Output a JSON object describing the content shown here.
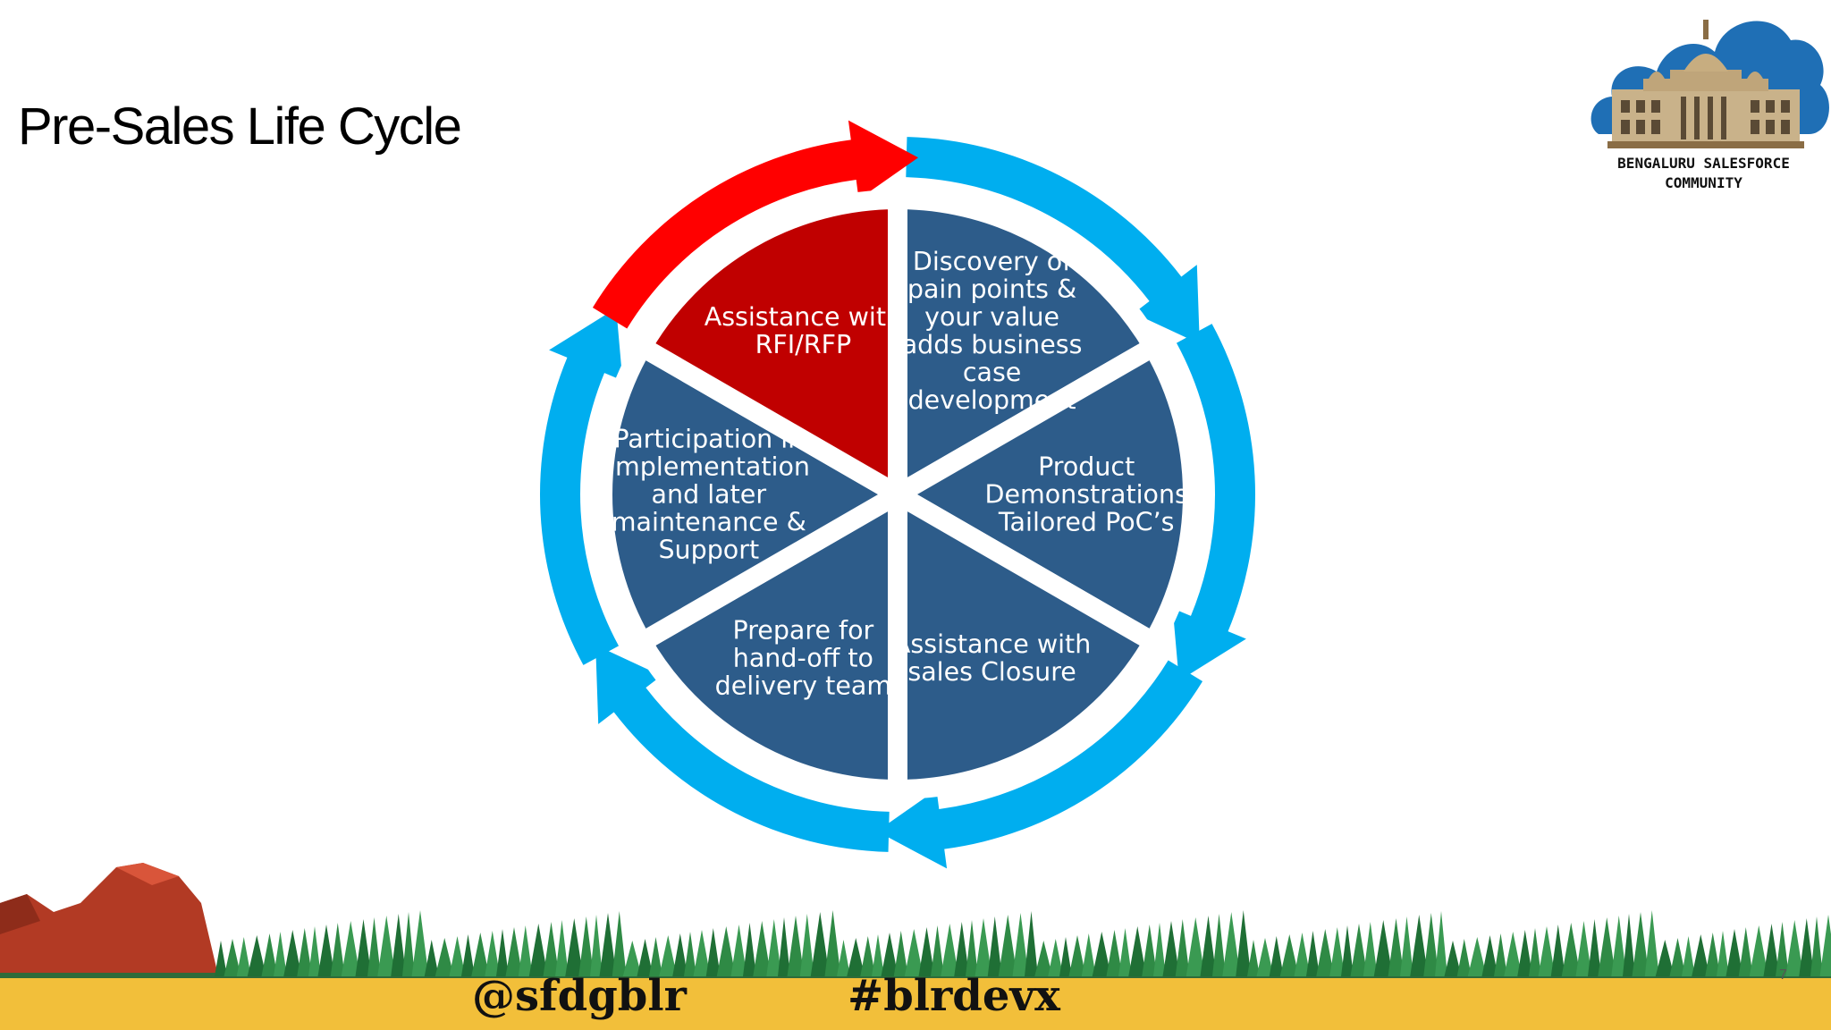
{
  "slide": {
    "title": "Pre-Sales Life Cycle",
    "page_number": "7"
  },
  "cycle": {
    "colors": {
      "segment": "#2d5c8a",
      "ring": "#00aeef",
      "highlight": "#c00000",
      "highlight_ring": "#ff0000"
    },
    "segments": [
      {
        "lines": [
          "Discovery of",
          "pain points &",
          "your value",
          "adds business",
          "case",
          "development"
        ]
      },
      {
        "lines": [
          "Product",
          "Demonstrations",
          "Tailored PoC’s"
        ]
      },
      {
        "lines": [
          "Assistance with",
          "sales Closure"
        ]
      },
      {
        "lines": [
          "Prepare for",
          "hand-off to",
          "delivery team"
        ]
      },
      {
        "lines": [
          "Participation in",
          "Implementation",
          "and later",
          "maintenance &",
          "Support"
        ]
      },
      {
        "lines": [
          "Assistance with",
          "RFI/RFP"
        ]
      }
    ]
  },
  "logo": {
    "line1": "BENGALURU SALESFORCE",
    "line2": "COMMUNITY"
  },
  "footer": {
    "handle": "@sfdgblr",
    "hashtag": "#blrdevx",
    "color": "#f2bf3a"
  }
}
